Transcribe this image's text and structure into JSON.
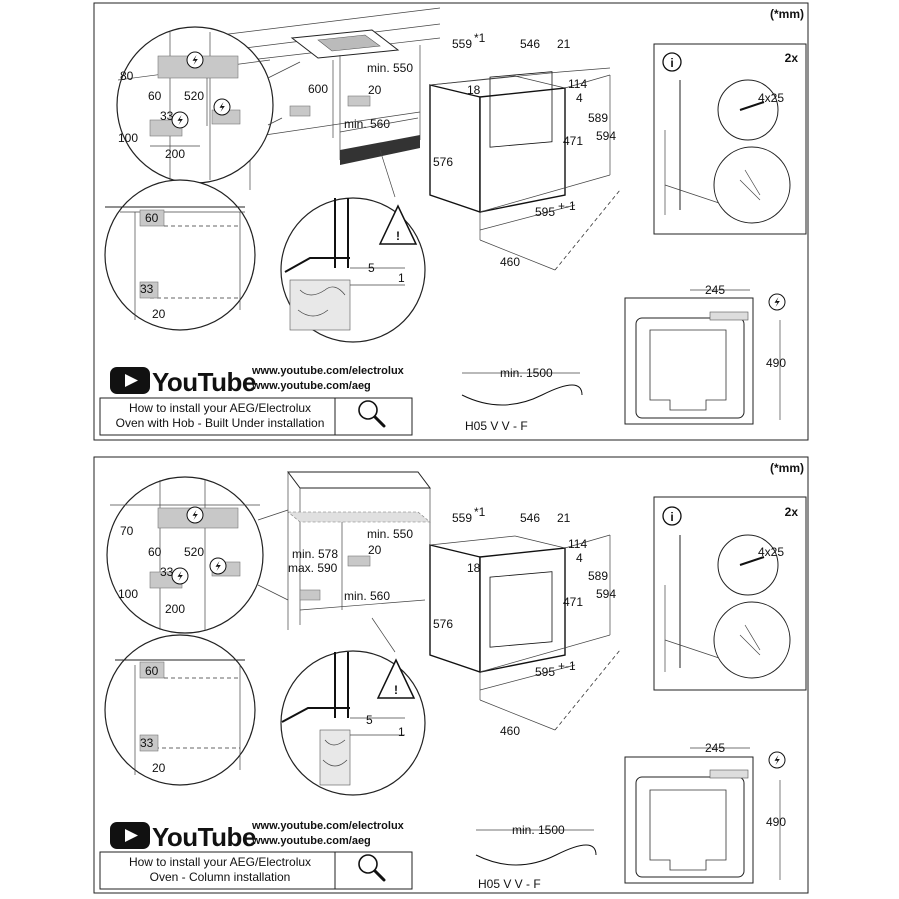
{
  "panels": [
    {
      "unit_note": "(*mm)",
      "cabinet": {
        "d80": "80",
        "d60": "60",
        "d520": "520",
        "d33": "33",
        "d100": "100",
        "d200": "200",
        "d600": "600",
        "min550": "min. 550",
        "d20": "20",
        "min560": "min. 560"
      },
      "detail_left": {
        "d60": "60",
        "d33": "33",
        "d20": "20"
      },
      "detail_circle": {
        "d5": "5",
        "d1": "1"
      },
      "oven": {
        "w559": "559",
        "w559_sup": "*1",
        "w546": "546",
        "w21": "21",
        "h114": "114",
        "h18": "18",
        "h4": "4",
        "h589": "589",
        "h594": "594",
        "h471": "471",
        "h576": "576",
        "w595": "595",
        "w595_sup": "+-1",
        "d460": "460"
      },
      "info": {
        "qty": "2x",
        "screw": "4x25"
      },
      "side": {
        "d245": "245",
        "d490": "490"
      },
      "cable": {
        "min1500": "min. 1500",
        "type": "H05 V V - F"
      },
      "youtube": {
        "brand": "YouTube",
        "url1": "www.youtube.com/electrolux",
        "url2": "www.youtube.com/aeg"
      },
      "howto": {
        "line1": "How to install your AEG/Electrolux",
        "line2": "Oven with Hob - Built Under installation"
      }
    },
    {
      "unit_note": "(*mm)",
      "cabinet": {
        "d70": "70",
        "d60": "60",
        "d520": "520",
        "d33": "33",
        "d100": "100",
        "d200": "200",
        "min578": "min. 578",
        "max590": "max. 590",
        "min550": "min. 550",
        "d20": "20",
        "min560": "min. 560"
      },
      "detail_left": {
        "d60": "60",
        "d33": "33",
        "d20": "20"
      },
      "detail_circle": {
        "d5": "5",
        "d1": "1"
      },
      "oven": {
        "w559": "559",
        "w559_sup": "*1",
        "w546": "546",
        "w21": "21",
        "h114": "114",
        "h18": "18",
        "h4": "4",
        "h589": "589",
        "h594": "594",
        "h471": "471",
        "h576": "576",
        "w595": "595",
        "w595_sup": "+-1",
        "d460": "460"
      },
      "info": {
        "qty": "2x",
        "screw": "4x25"
      },
      "side": {
        "d245": "245",
        "d490": "490"
      },
      "cable": {
        "min1500": "min. 1500",
        "type": "H05 V V - F"
      },
      "youtube": {
        "brand": "YouTube",
        "url1": "www.youtube.com/electrolux",
        "url2": "www.youtube.com/aeg"
      },
      "howto": {
        "line1": "How to install your AEG/Electrolux",
        "line2": "Oven - Column installation"
      }
    }
  ]
}
